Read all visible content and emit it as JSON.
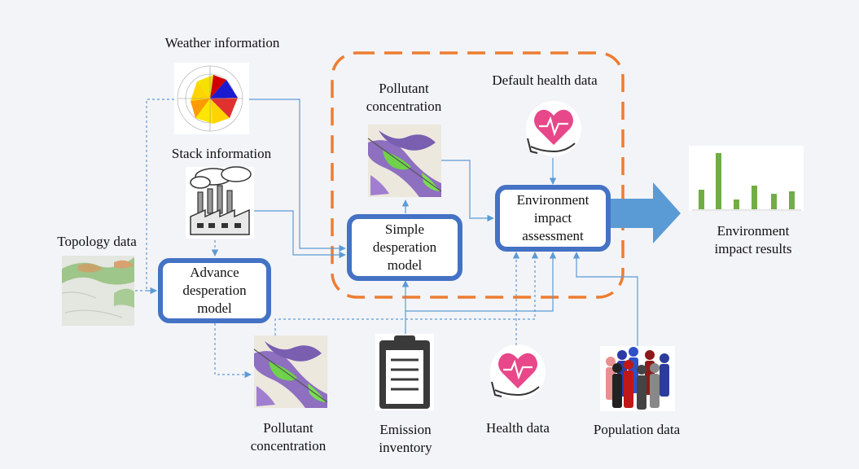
{
  "labels": {
    "weather": "Weather information",
    "stack": "Stack information",
    "topology": "Topology data",
    "pollutant_top": "Pollutant\nconcentration",
    "default_health": "Default health data",
    "pollutant_bottom": "Pollutant\nconcentration",
    "emission": "Emission\ninventory",
    "health": "Health data",
    "population": "Population data",
    "results": "Environment\nimpact results"
  },
  "boxes": {
    "advance": "Advance\ndesperation\nmodel",
    "simple": "Simple\ndesperation\nmodel",
    "assessment": "Environment\nimpact\nassessment"
  },
  "colors": {
    "box_border": "#4472c4",
    "dashed_frame": "#ed7d31",
    "arrow": "#5b9bd5",
    "background": "#f3f4f8"
  },
  "icons": [
    "wind-rose-icon",
    "factory-icon",
    "terrain-map-icon",
    "pollution-map-icon",
    "heart-hand-icon",
    "clipboard-icon",
    "people-icon",
    "bar-chart-icon",
    "big-arrow-icon"
  ]
}
